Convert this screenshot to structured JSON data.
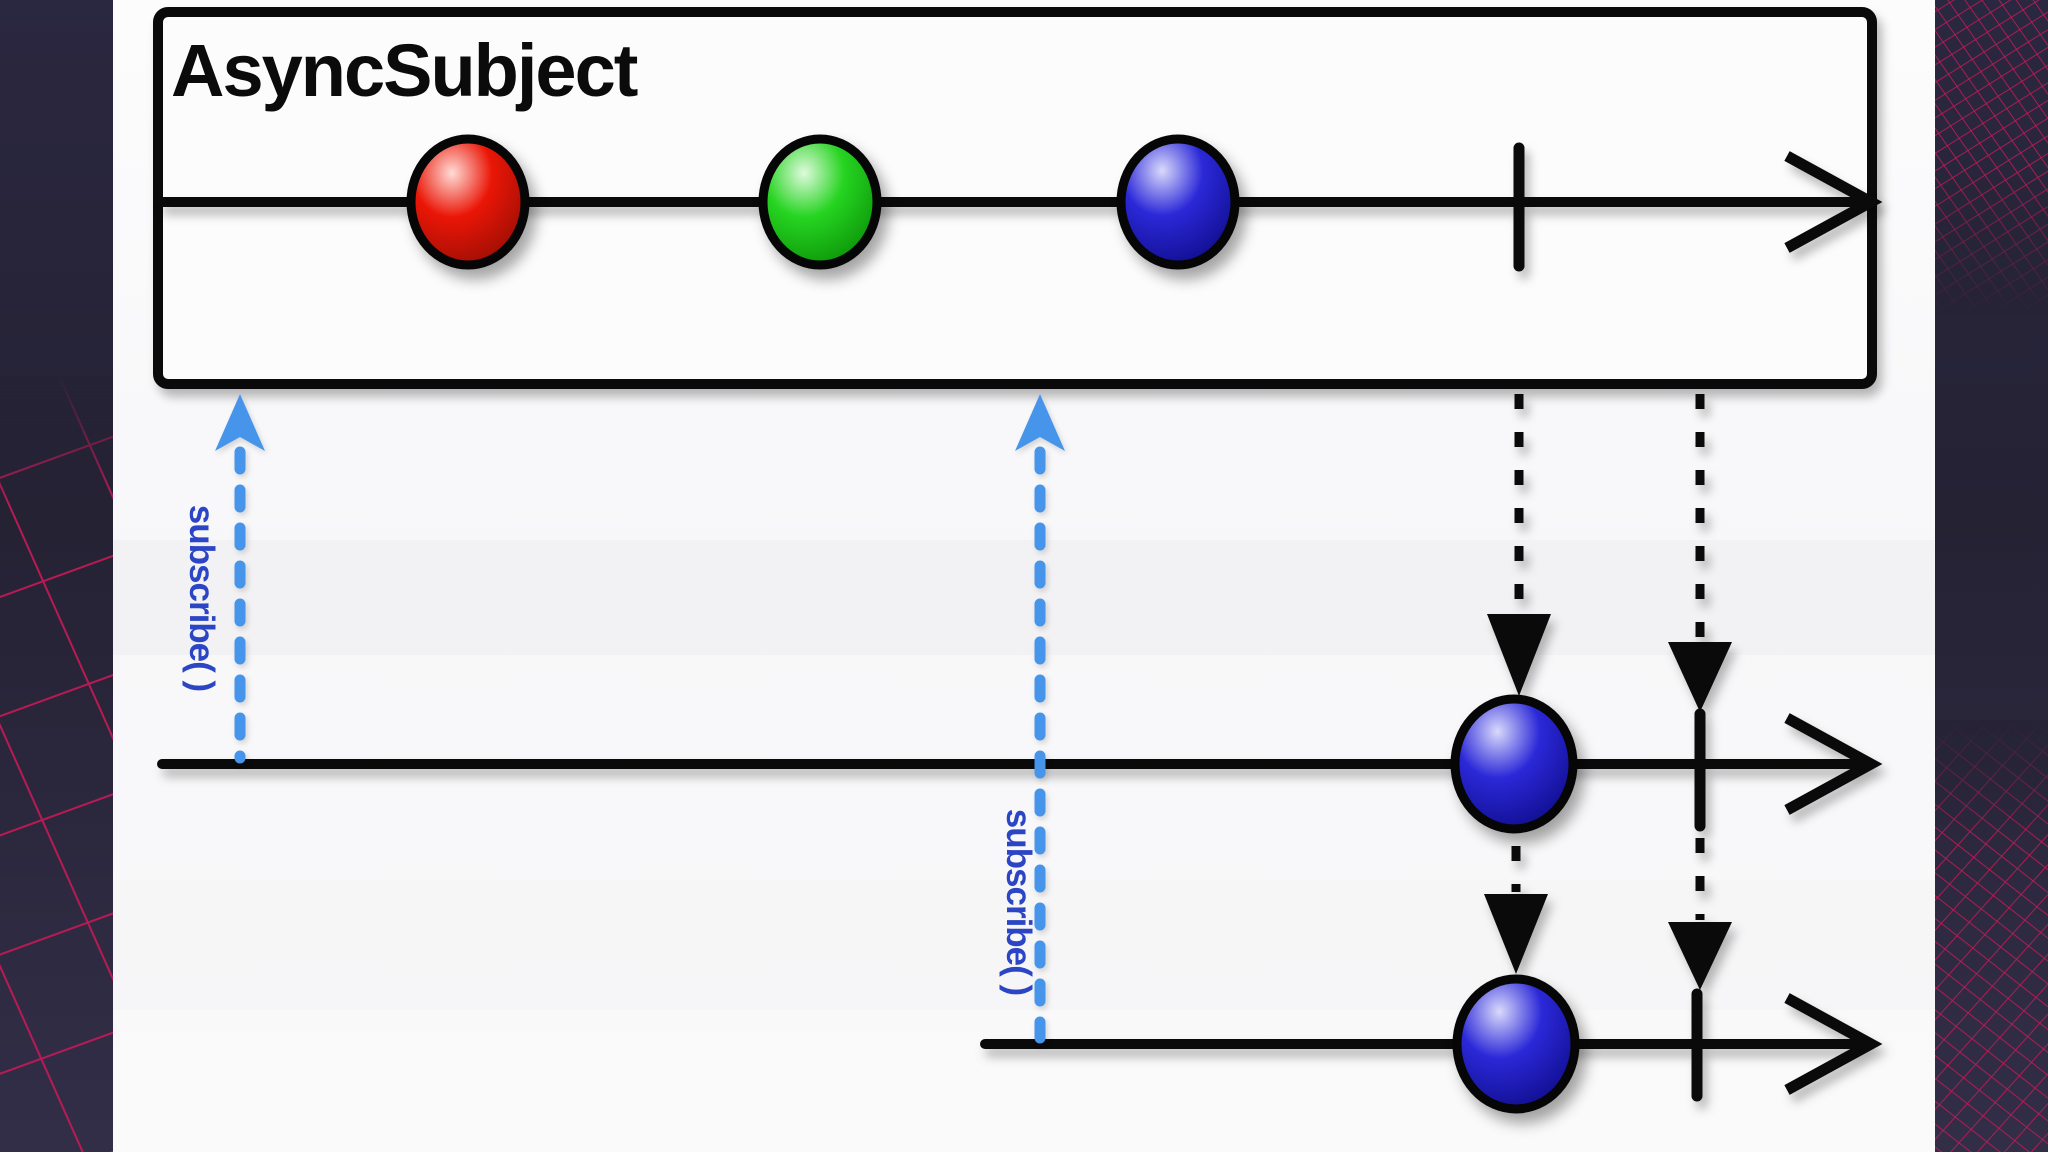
{
  "diagram": {
    "title": "AsyncSubject",
    "type": "rx-marble-diagram",
    "source_stream": {
      "events": [
        {
          "index": 1,
          "value_color": "red"
        },
        {
          "index": 2,
          "value_color": "green"
        },
        {
          "index": 3,
          "value_color": "blue"
        }
      ],
      "completed": true
    },
    "subscribers": [
      {
        "id": 1,
        "label": "subscribe( )",
        "received": [
          {
            "value_color": "blue"
          }
        ],
        "completed": true
      },
      {
        "id": 2,
        "label": "subscribe( )",
        "received": [
          {
            "value_color": "blue"
          }
        ],
        "completed": true
      }
    ],
    "colors": {
      "background": "#262336",
      "mesh_line": "#C11A56",
      "slide": "#FBFBFC",
      "ink": "#0A0A0A",
      "subscribe_arrow": "#4795EB",
      "subscribe_text": "#2B45C4",
      "red_hi": "#FFDCD6",
      "red_main": "#EA1607",
      "red_dark": "#9E0E04",
      "green_hi": "#DFFADC",
      "green_main": "#26D421",
      "green_dark": "#0C9609",
      "blue_hi": "#D9D9FC",
      "blue_main": "#2B28D8",
      "blue_dark": "#100E8E"
    }
  }
}
